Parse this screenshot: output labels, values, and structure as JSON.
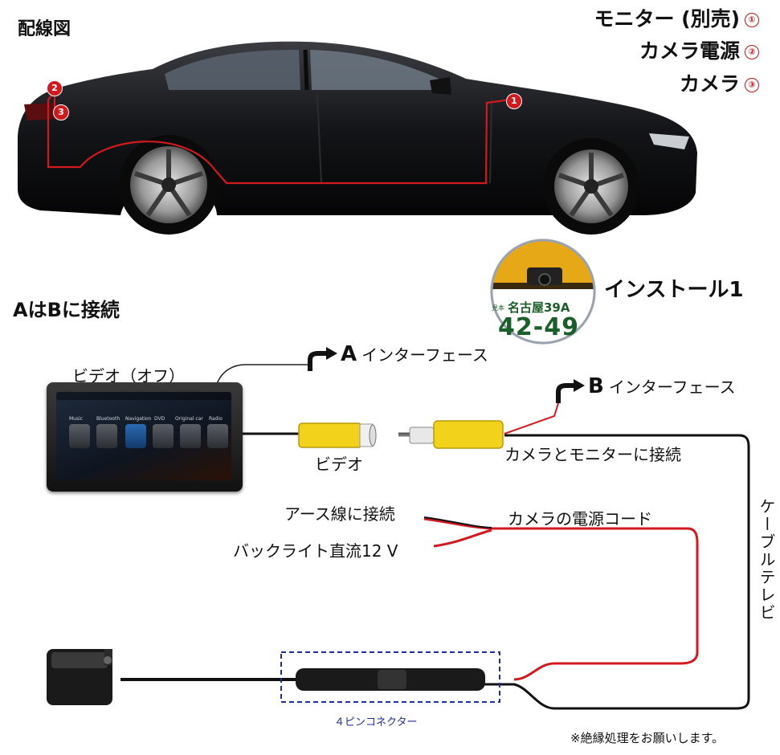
{
  "title": "配線図",
  "legend": [
    {
      "text": "モニター (別売)",
      "num": "①"
    },
    {
      "text": "カメラ電源",
      "num": "②"
    },
    {
      "text": "カメラ",
      "num": "③"
    }
  ],
  "car_badges": [
    "1",
    "2",
    "3"
  ],
  "install_label": "インストール1",
  "plate": {
    "line1": "名古屋39A",
    "line2": "42-49",
    "small": "見本"
  },
  "a_to_b": "AはBに接続",
  "monitor_label": "ビデオ（オフ）",
  "a_interface": {
    "letter": "A",
    "text": "インターフェース"
  },
  "b_interface": {
    "letter": "B",
    "text": "インターフェース"
  },
  "video_label": "ビデオ",
  "camera_monitor_label": "カメラとモニターに接続",
  "earth_label": "アース線に接続",
  "power_cord_label": "カメラの電源コード",
  "backlight_label": "バックライト直流12 V",
  "cable_label": "ケーブルテレビ",
  "connector_label": "４ピンコネクター",
  "note": "※絶縁処理をお願いします。",
  "screen_apps": [
    "Music",
    "Bluetooth",
    "Navigation",
    "DVD",
    "Original car",
    "Radio"
  ],
  "colors": {
    "accent_red": "#d11a1f",
    "connector_box": "#1f2f9a",
    "rca_yellow": "#f2d21a"
  }
}
